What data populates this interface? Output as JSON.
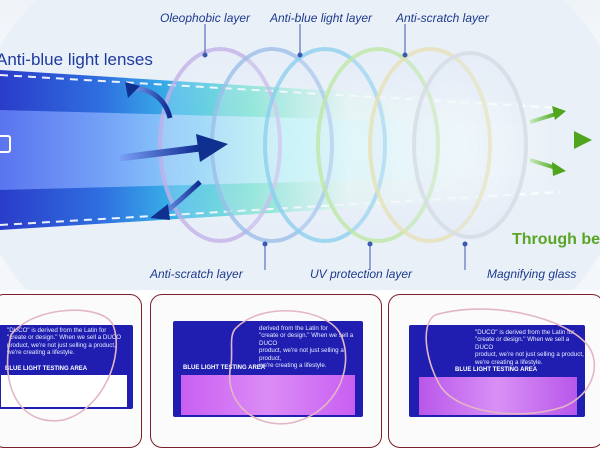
{
  "hero": {
    "title": "Anti-blue light lenses",
    "through_text": "Through ber",
    "layers_top": [
      "Oleophobic layer",
      "Anti-blue light layer",
      "Anti-scratch layer"
    ],
    "layers_bottom": [
      "Anti-scratch layer",
      "UV protection layer",
      "Magnifying glass"
    ]
  },
  "panels": [
    {
      "card_text": "\"DUCO\" is derived from the Latin for\n\"create or design.\" When we sell a DUCO\nproduct, we're not just selling a product,\nwe're creating a lifestyle.",
      "area_label": "BLUE LIGHT TESTING AREA",
      "area_state": "white"
    },
    {
      "card_text": "derived from the Latin for\n\"create or design.\" When we sell a DUCO\nproduct, we're not just selling a product,\nwe're creating a lifestyle.",
      "area_label": "BLUE LIGHT TESTING AREA",
      "area_state": "purple"
    },
    {
      "card_text": "\"DUCO\" is derived from the Latin for\n\"create or design.\" When we sell a DUCO\nproduct, we're not just selling a product,\nwe're creating a lifestyle.",
      "area_label": "BLUE LIGHT TESTING AREA",
      "area_state": "purple"
    }
  ],
  "colors": {
    "label_blue": "#1d3a8c",
    "accent_green": "#5aa624",
    "card_blue": "#1f1eb0",
    "test_purple": "#c75cf0",
    "panel_border": "#7a1f2b"
  }
}
